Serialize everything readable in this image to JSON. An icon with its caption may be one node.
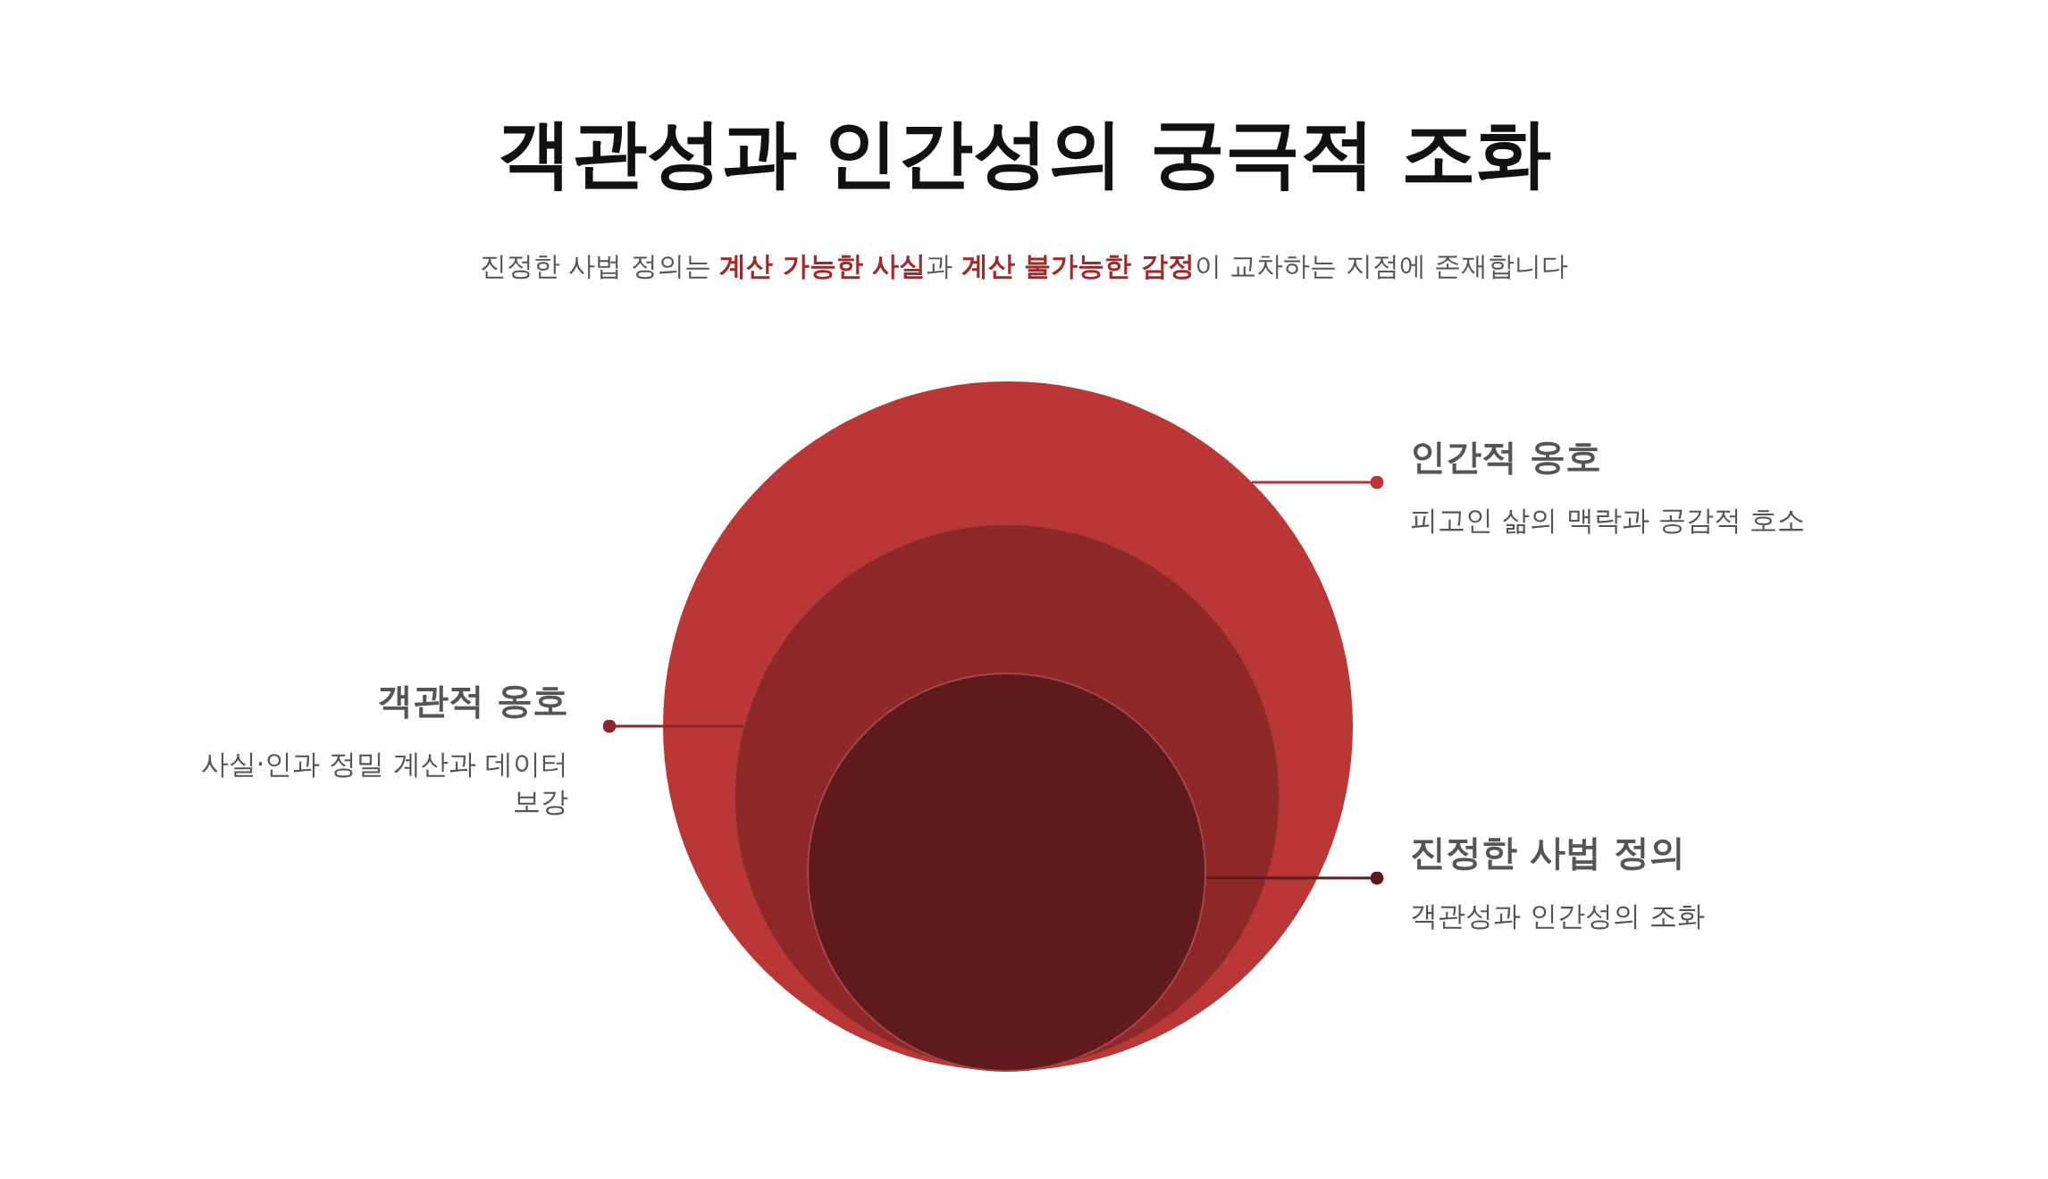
{
  "diagram": {
    "title": "객관성과 인간성의 궁극적 조화",
    "caption": "진정한 사법 정의는 **계산 가능한 사실**과 **계산 불가능한 감정**이 교차하는 지점에 존재합니다",
    "nodes": [
      {
        "text": [],
        "shape": "circle"
      },
      {
        "text": [],
        "shape": "circle",
        "in": 0
      },
      {
        "text": [],
        "shape": "circle",
        "in": 1
      },
      {
        "text": [
          "인간적 옹호",
          "피고인 삶의 맥락과 공감적 호소"
        ]
      },
      {
        "text": [
          "객관적 옹호",
          "사실·인과 정밀 계산과 데이터 보강"
        ]
      },
      {
        "text": [
          "진정한 사법 정의",
          "객관성과 인간성의 조화"
        ]
      }
    ],
    "edges": [
      {
        "from": 3,
        "to": 0,
        "arrow": "other",
        "color": "#b93735"
      },
      {
        "from": 4,
        "to": 1,
        "arrow": "other",
        "color": "#8e2828"
      },
      {
        "from": 5,
        "to": 2,
        "arrow": "other",
        "color": "#5e1a1a"
      }
    ]
  }
}
